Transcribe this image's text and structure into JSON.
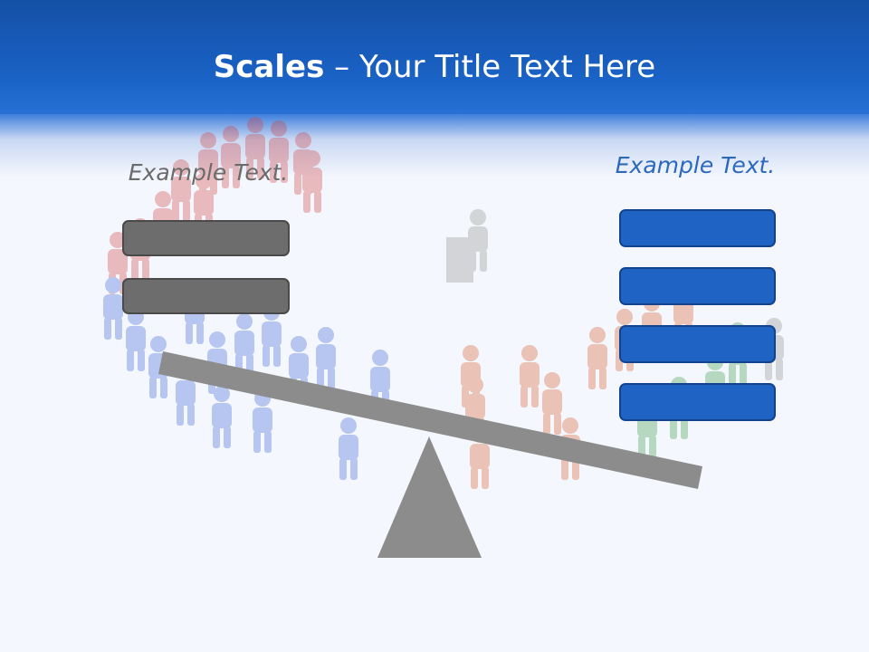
{
  "slide": {
    "title_bold": "Scales",
    "title_rest": " – Your Title Text Here"
  },
  "left_panel": {
    "caption": "Example Text.",
    "box_count": 2,
    "box_color": "#6d6d6d"
  },
  "right_panel": {
    "caption": "Example Text.",
    "box_count": 4,
    "box_color": "#1f63c5"
  },
  "scale": {
    "beam_color": "#8c8c8c",
    "fulcrum_color": "#8c8c8c",
    "tilt": "right side down"
  },
  "colors": {
    "header": "#1a63c7",
    "background": "#f4f7fd",
    "accent_text": "#2c69bd"
  },
  "background_image": {
    "icon": "people-crowd-with-speaker-icon"
  }
}
